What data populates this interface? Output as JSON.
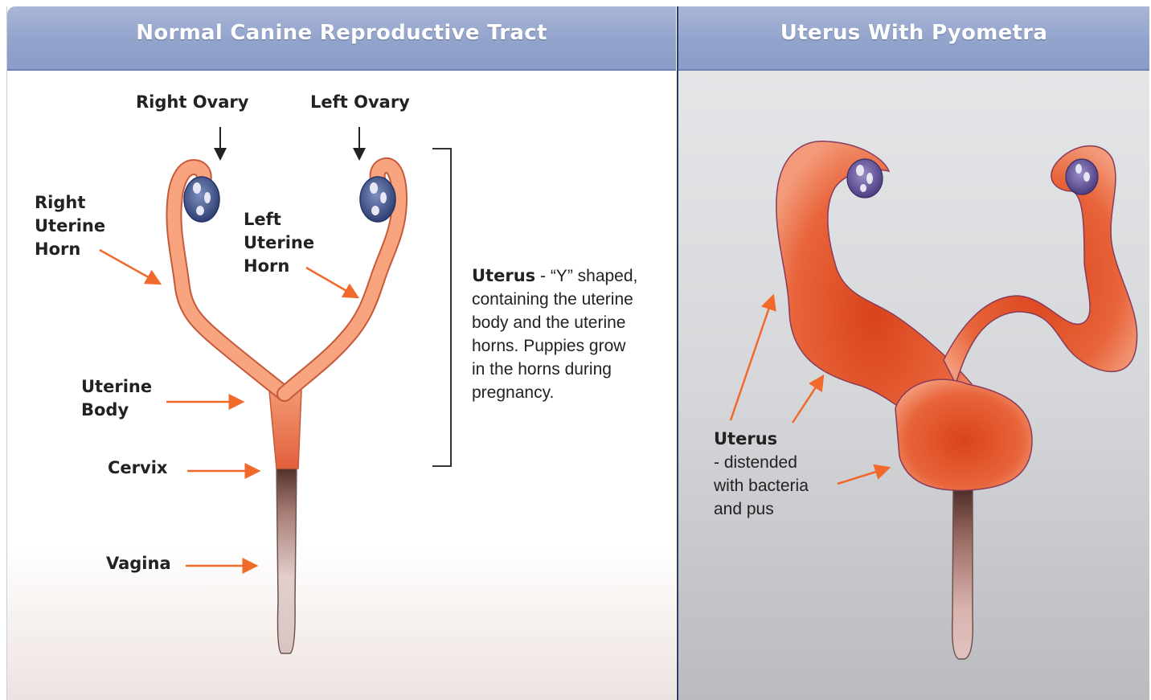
{
  "panels": {
    "left": {
      "title": "Normal Canine Reproductive Tract",
      "labels": {
        "right_ovary": "Right Ovary",
        "left_ovary": "Left Ovary",
        "right_uterine_horn": [
          "Right",
          "Uterine",
          "Horn"
        ],
        "left_uterine_horn": [
          "Left",
          "Uterine",
          "Horn"
        ],
        "uterine_body": [
          "Uterine",
          "Body"
        ],
        "cervix": "Cervix",
        "vagina": "Vagina"
      },
      "uterus_note": {
        "term": "Uterus",
        "separator": " - ",
        "lines": [
          "“Y” shaped,",
          "containing the uterine",
          "body and the uterine",
          "horns. Puppies grow",
          "in the horns during",
          "pregnancy."
        ]
      }
    },
    "right": {
      "title": "Uterus With Pyometra",
      "note": {
        "term": "Uterus",
        "lines": [
          "- distended",
          "with bacteria",
          "and pus"
        ]
      }
    }
  },
  "colors": {
    "header_blue": "#92a3cc",
    "arrow_orange": "#f26a2b",
    "tract_orange": "#f39a73",
    "pyometra_red": "#e2562a",
    "ovary_blue": "#3c4f86"
  }
}
